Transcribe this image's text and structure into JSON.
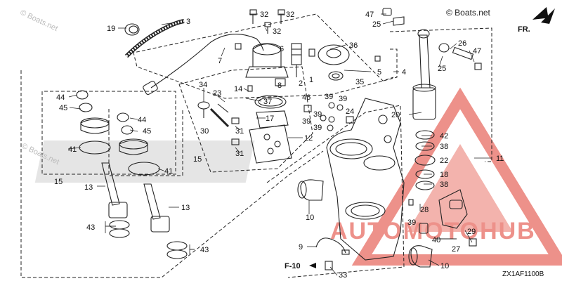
{
  "watermarks": {
    "corner_text": "© Boats.net",
    "logo_text": "AUTOMOTOHUB",
    "logo_color": "#e0392b",
    "logo_color_dark": "#333333"
  },
  "direction": {
    "label": "FR."
  },
  "figure": {
    "code": "ZX1AF1100B",
    "reference": "F-10"
  },
  "callouts": [
    {
      "id": "c19",
      "label": "19"
    },
    {
      "id": "c3",
      "label": "3"
    },
    {
      "id": "c32a",
      "label": "32"
    },
    {
      "id": "c32b",
      "label": "32"
    },
    {
      "id": "c32c",
      "label": "32"
    },
    {
      "id": "c47a",
      "label": "47"
    },
    {
      "id": "c25a",
      "label": "25"
    },
    {
      "id": "c7",
      "label": "7"
    },
    {
      "id": "c6",
      "label": "6"
    },
    {
      "id": "c36",
      "label": "36"
    },
    {
      "id": "c26",
      "label": "26"
    },
    {
      "id": "c47b",
      "label": "47"
    },
    {
      "id": "c25b",
      "label": "25"
    },
    {
      "id": "c5",
      "label": "5"
    },
    {
      "id": "c4",
      "label": "4"
    },
    {
      "id": "c2",
      "label": "2"
    },
    {
      "id": "c1",
      "label": "1"
    },
    {
      "id": "c8",
      "label": "8"
    },
    {
      "id": "c35",
      "label": "35"
    },
    {
      "id": "c34",
      "label": "34"
    },
    {
      "id": "c23",
      "label": "23"
    },
    {
      "id": "c14",
      "label": "14"
    },
    {
      "id": "c44a",
      "label": "44"
    },
    {
      "id": "c45a",
      "label": "45"
    },
    {
      "id": "c37",
      "label": "37"
    },
    {
      "id": "c46",
      "label": "46"
    },
    {
      "id": "c39a",
      "label": "39"
    },
    {
      "id": "c39b",
      "label": "39"
    },
    {
      "id": "c39c",
      "label": "39"
    },
    {
      "id": "c39d",
      "label": "39"
    },
    {
      "id": "c39e",
      "label": "39"
    },
    {
      "id": "c24",
      "label": "24"
    },
    {
      "id": "c20",
      "label": "20"
    },
    {
      "id": "c30",
      "label": "30"
    },
    {
      "id": "c44b",
      "label": "44"
    },
    {
      "id": "c45b",
      "label": "45"
    },
    {
      "id": "c17",
      "label": "17"
    },
    {
      "id": "c31a",
      "label": "31"
    },
    {
      "id": "c42",
      "label": "42"
    },
    {
      "id": "c38a",
      "label": "38"
    },
    {
      "id": "c12",
      "label": "12"
    },
    {
      "id": "c41a",
      "label": "41"
    },
    {
      "id": "c31b",
      "label": "31"
    },
    {
      "id": "c15a",
      "label": "15"
    },
    {
      "id": "c22",
      "label": "22"
    },
    {
      "id": "c11",
      "label": "11"
    },
    {
      "id": "c41b",
      "label": "41"
    },
    {
      "id": "c18",
      "label": "18"
    },
    {
      "id": "c15b",
      "label": "15"
    },
    {
      "id": "c38b",
      "label": "38"
    },
    {
      "id": "c13a",
      "label": "13"
    },
    {
      "id": "c13b",
      "label": "13"
    },
    {
      "id": "c28",
      "label": "28"
    },
    {
      "id": "c10a",
      "label": "10"
    },
    {
      "id": "c39f",
      "label": "39"
    },
    {
      "id": "c43a",
      "label": "43"
    },
    {
      "id": "c29",
      "label": "29"
    },
    {
      "id": "c40",
      "label": "40"
    },
    {
      "id": "c27",
      "label": "27"
    },
    {
      "id": "c43b",
      "label": "43"
    },
    {
      "id": "c9",
      "label": "9"
    },
    {
      "id": "c10b",
      "label": "10"
    },
    {
      "id": "c33",
      "label": "33"
    }
  ]
}
